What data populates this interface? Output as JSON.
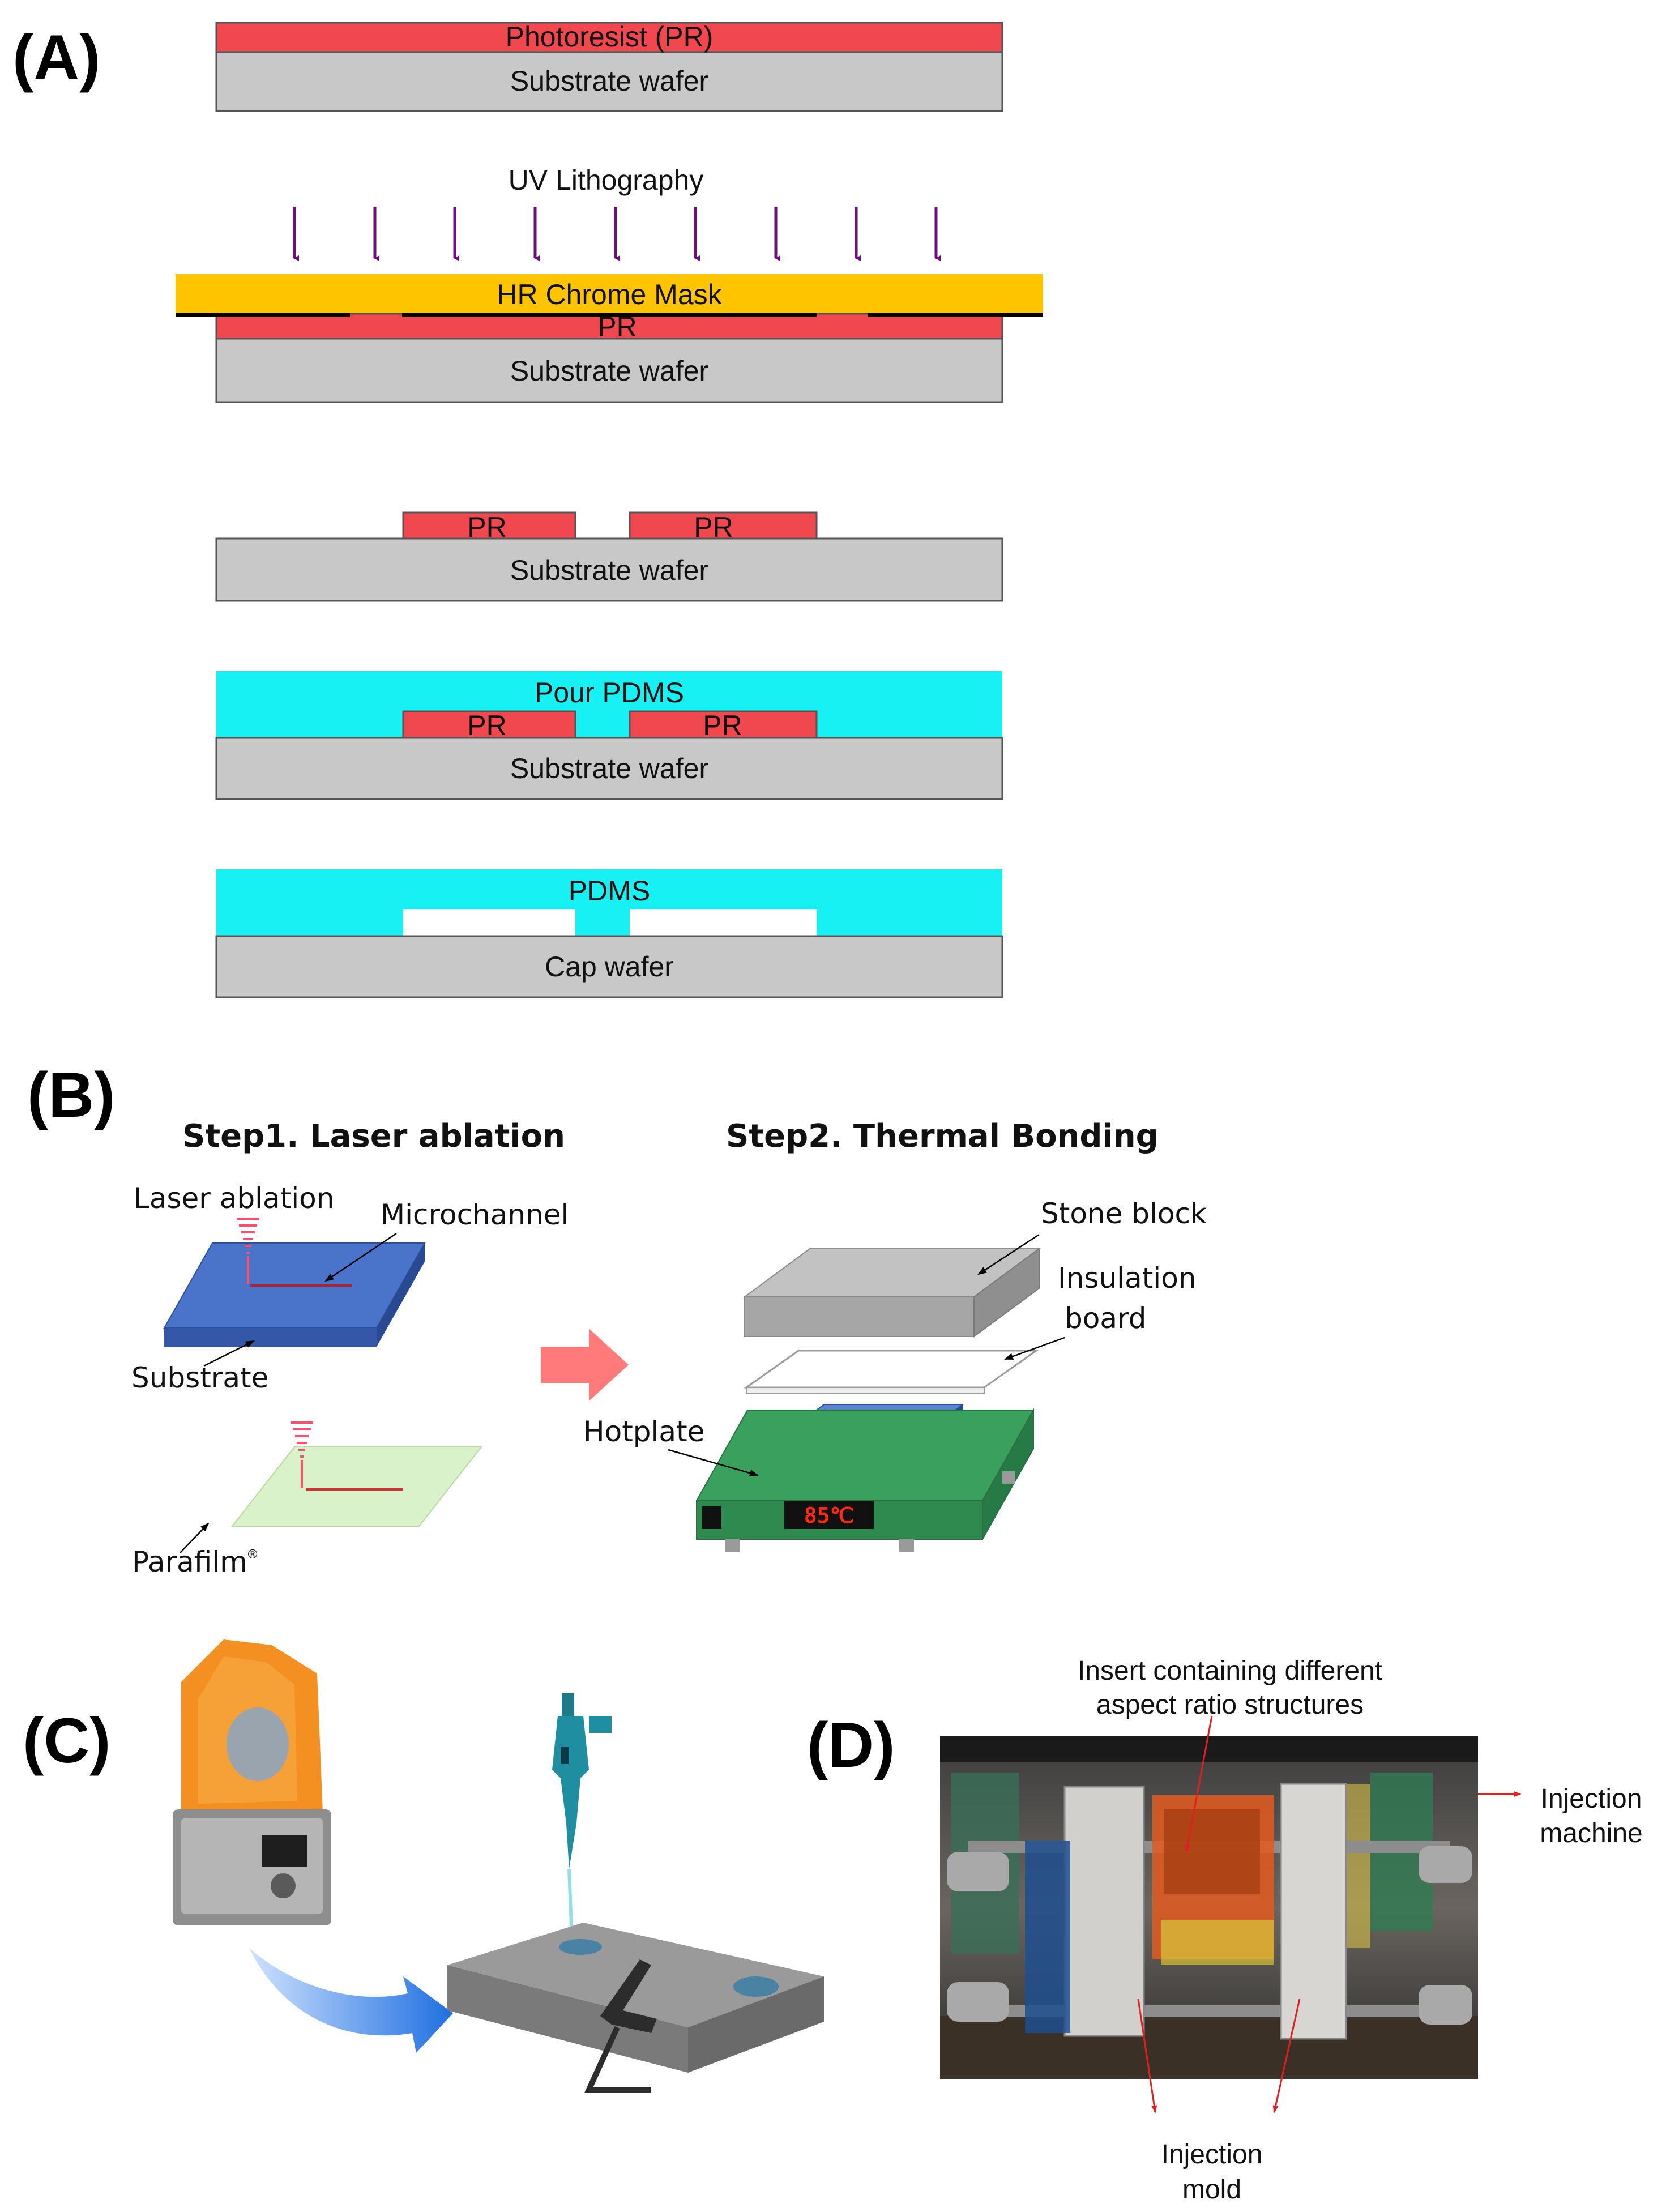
{
  "panel_a": {
    "label": "(A)",
    "step1": {
      "pr": "Photoresist (PR)",
      "substrate": "Substrate wafer"
    },
    "step2": {
      "title": "UV Lithography",
      "mask": "HR Chrome Mask",
      "pr": "PR",
      "substrate": "Substrate wafer"
    },
    "step3": {
      "pr_left": "PR",
      "pr_right": "PR",
      "substrate": "Substrate wafer"
    },
    "step4": {
      "pdms": "Pour PDMS",
      "pr_left": "PR",
      "pr_right": "PR",
      "substrate": "Substrate wafer"
    },
    "step5": {
      "pdms": "PDMS",
      "cap": "Cap wafer"
    },
    "colors": {
      "photoresist": "#f0484e",
      "substrate": "#c8c8c8",
      "mask": "#ffc400",
      "pdms": "#17f1f4",
      "uv_arrow": "#6b0f7a"
    }
  },
  "panel_b": {
    "label": "(B)",
    "step1_title": "Step1. Laser ablation",
    "step2_title": "Step2. Thermal Bonding",
    "labels": {
      "laser_ablation": "Laser ablation",
      "microchannel": "Microchannel",
      "substrate": "Substrate",
      "parafilm": "Parafilm",
      "parafilm_mark": "®",
      "stone_block": "Stone block",
      "insulation_1": "Insulation",
      "insulation_2": "board",
      "hotplate": "Hotplate",
      "display": "85℃"
    },
    "colors": {
      "substrate": "#4a74c9",
      "parafilm": "#d9f2c9",
      "stone": "#b3b3b3",
      "hotplate": "#3aa05e",
      "arrow": "#ff7a7a"
    }
  },
  "panel_c": {
    "label": "(C)"
  },
  "panel_d": {
    "label": "(D)",
    "insert_1": "Insert containing different",
    "insert_2": "aspect ratio structures",
    "machine_1": "Injection",
    "machine_2": "machine",
    "mold_1": "Injection",
    "mold_2": "mold"
  }
}
